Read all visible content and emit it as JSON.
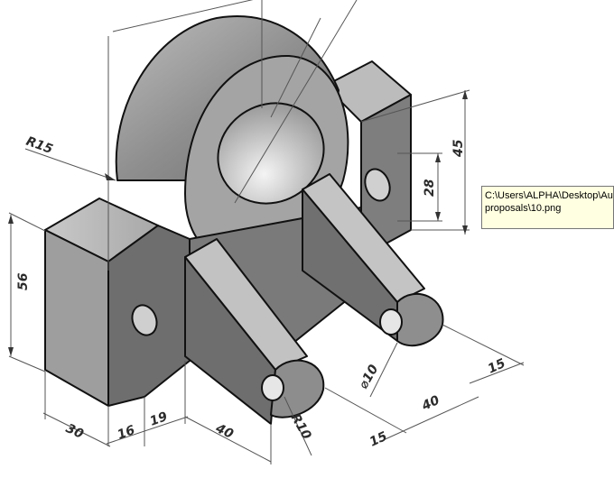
{
  "dimensions": {
    "r15": "R15",
    "d56": "56",
    "d45": "45",
    "d28": "28",
    "d30": "30",
    "d16": "16",
    "d19": "19",
    "d40a": "40",
    "d15a": "15",
    "d40b": "40",
    "d15b": "15",
    "r10": "R10",
    "dia10": "⌀10"
  },
  "tooltip": {
    "line1": "C:\\Users\\ALPHA\\Desktop\\Au",
    "line2": "proposals\\10.png"
  }
}
